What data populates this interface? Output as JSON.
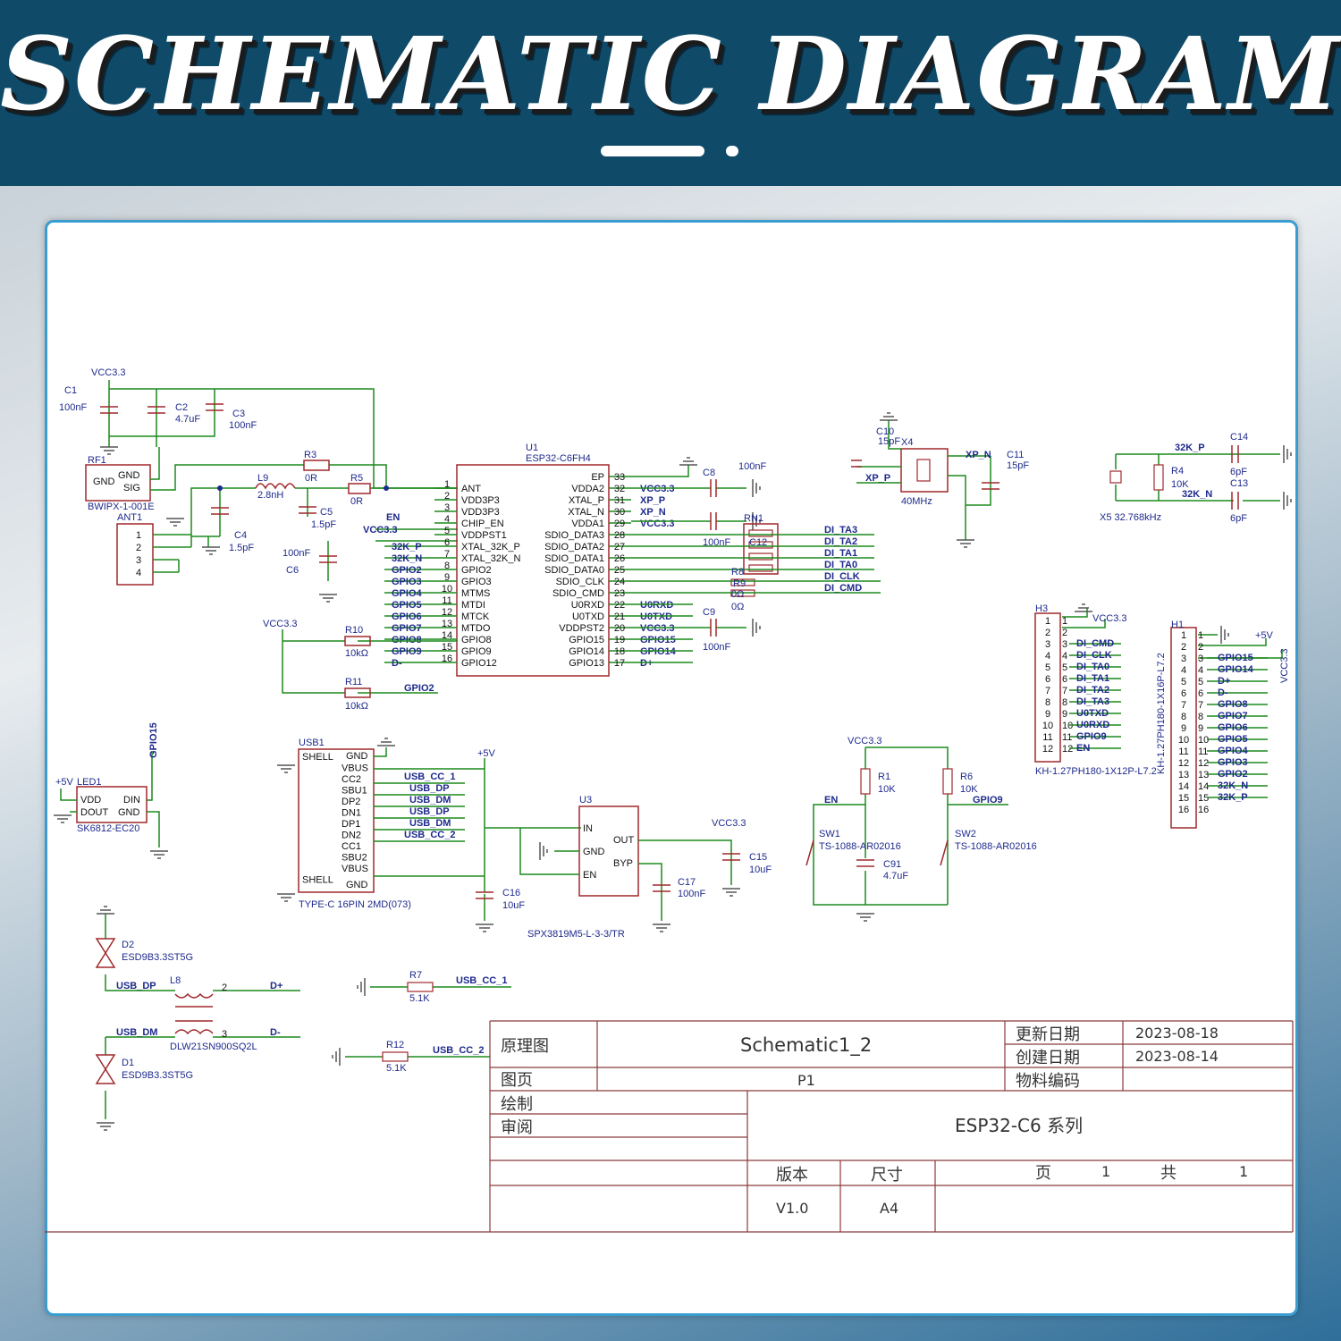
{
  "header": {
    "title": "SCHEMATIC DIAGRAM"
  },
  "colors": {
    "header_bg": "#0f4a68",
    "wire": "#1c8a1c",
    "component": "#a0282c",
    "label": "#1e2a8c",
    "frame": "#3a9ccf"
  },
  "title_block": {
    "yuanlitu": "原理图",
    "doc_title": "Schematic1_2",
    "updated_label": "更新日期",
    "updated": "2023-08-18",
    "created_label": "创建日期",
    "created": "2023-08-14",
    "page_label": "图页",
    "page": "P1",
    "material_label": "物料编码",
    "drawn_label": "绘制",
    "review_label": "审阅",
    "series": "ESP32-C6 系列",
    "version_label": "版本",
    "version": "V1.0",
    "size_label": "尺寸",
    "size": "A4",
    "sheet_label": "页",
    "sheet": "1",
    "total_label": "共",
    "total": "1"
  },
  "u1": {
    "ref": "U1",
    "part": "ESP32-C6FH4",
    "left_pins": [
      {
        "n": "1",
        "name": "ANT"
      },
      {
        "n": "2",
        "name": "VDD3P3"
      },
      {
        "n": "3",
        "name": "VDD3P3"
      },
      {
        "n": "4",
        "name": "CHIP_EN"
      },
      {
        "n": "5",
        "name": "VDDPST1"
      },
      {
        "n": "6",
        "name": "XTAL_32K_P"
      },
      {
        "n": "7",
        "name": "XTAL_32K_N"
      },
      {
        "n": "8",
        "name": "GPIO2"
      },
      {
        "n": "9",
        "name": "GPIO3"
      },
      {
        "n": "10",
        "name": "MTMS"
      },
      {
        "n": "11",
        "name": "MTDI"
      },
      {
        "n": "12",
        "name": "MTCK"
      },
      {
        "n": "13",
        "name": "MTDO"
      },
      {
        "n": "14",
        "name": "GPIO8"
      },
      {
        "n": "15",
        "name": "GPIO9"
      },
      {
        "n": "16",
        "name": "GPIO12"
      }
    ],
    "right_pins": [
      {
        "n": "33",
        "name": "EP"
      },
      {
        "n": "32",
        "name": "VDDA2"
      },
      {
        "n": "31",
        "name": "XTAL_P"
      },
      {
        "n": "30",
        "name": "XTAL_N"
      },
      {
        "n": "29",
        "name": "VDDA1"
      },
      {
        "n": "28",
        "name": "SDIO_DATA3"
      },
      {
        "n": "27",
        "name": "SDIO_DATA2"
      },
      {
        "n": "26",
        "name": "SDIO_DATA1"
      },
      {
        "n": "25",
        "name": "SDIO_DATA0"
      },
      {
        "n": "24",
        "name": "SDIO_CLK"
      },
      {
        "n": "23",
        "name": "SDIO_CMD"
      },
      {
        "n": "22",
        "name": "U0RXD"
      },
      {
        "n": "21",
        "name": "U0TXD"
      },
      {
        "n": "20",
        "name": "VDDPST2"
      },
      {
        "n": "19",
        "name": "GPIO15"
      },
      {
        "n": "18",
        "name": "GPIO14"
      },
      {
        "n": "17",
        "name": "GPIO13"
      }
    ],
    "left_nets": [
      "",
      "",
      "",
      "EN",
      "VCC3.3",
      "32K_P",
      "32K_N",
      "GPIO2",
      "GPIO3",
      "GPIO4",
      "GPIO5",
      "GPIO6",
      "GPIO7",
      "GPIO8",
      "GPIO9",
      "D-"
    ],
    "right_nets": [
      "",
      "VCC3.3",
      "XP_P",
      "XP_N",
      "VCC3.3",
      "",
      "",
      "",
      "",
      "",
      "",
      "U0RXD",
      "U0TXD",
      "VCC3.3",
      "GPIO15",
      "GPIO14",
      "D+"
    ]
  },
  "sdio_nets": [
    "DI_TA3",
    "DI_TA2",
    "DI_TA1",
    "DI_TA0",
    "DI_CLK",
    "DI_CMD"
  ],
  "rf": {
    "vcc": "VCC3.3",
    "c1": "C1",
    "c1v": "100nF",
    "c2": "C2",
    "c2v": "4.7uF",
    "c3": "C3",
    "c3v": "100nF",
    "rf1": "RF1",
    "rf1_part": "BWIPX-1-001E",
    "gnd": "GND",
    "gnd2": "GND",
    "sig": "SIG",
    "r3": "R3",
    "r3v": "0R",
    "r5": "R5",
    "r5v": "0R",
    "l9": "L9",
    "l9v": "2.8nH",
    "c5": "C5",
    "c5v": "1.5pF",
    "c4": "C4",
    "c4v": "1.5pF",
    "ant": "ANT1",
    "c6": "C6",
    "c6v": "100nF",
    "en": "EN",
    "vcc2": "VCC3.3"
  },
  "right_caps": {
    "c8": "C8",
    "c8v": "100nF",
    "c9": "C9",
    "c9v": "100nF",
    "c12": "C12",
    "c12v": "100nF",
    "rn1": "RN1",
    "r8": "R8",
    "r9": "R9",
    "r8v": "0Ω",
    "r9v": "0Ω"
  },
  "pullups": {
    "vcc": "VCC3.3",
    "r10": "R10",
    "r10v": "10kΩ",
    "r11": "R11",
    "r11v": "10kΩ",
    "gpio2": "GPIO2"
  },
  "xtal40": {
    "c10": "C10",
    "c10v": "15pF",
    "x4": "X4",
    "x4v": "40MHz",
    "xpp": "XP_P",
    "xpn": "XP_N",
    "c11": "C11",
    "c11v": "15pF"
  },
  "xtal32": {
    "p": "32K_P",
    "n": "32K_N",
    "c14": "C14",
    "c14v": "6pF",
    "c13": "C13",
    "c13v": "6pF",
    "r4": "R4",
    "r4v": "10K",
    "x5": "X5 32.768kHz"
  },
  "h3": {
    "ref": "H3",
    "vcc": "VCC3.3",
    "part": "KH-1.27PH180-1X12P-L7.2",
    "nets": [
      "",
      "",
      "DI_CMD",
      "DI_CLK",
      "DI_TA0",
      "DI_TA1",
      "DI_TA2",
      "DI_TA3",
      "U0TXD",
      "U0RXD",
      "GPIO9",
      "EN"
    ]
  },
  "h1": {
    "ref": "H1",
    "v5": "+5V",
    "vcc": "VCC3.3",
    "part": "KH-1.27PH180-1X16P-L7.2",
    "nets": [
      "",
      "",
      "GPIO15",
      "GPIO14",
      "D+",
      "D-",
      "GPIO8",
      "GPIO7",
      "GPIO6",
      "GPIO5",
      "GPIO4",
      "GPIO3",
      "GPIO2",
      "32K_N",
      "32K_P",
      ""
    ]
  },
  "led": {
    "gpio": "GPIO15",
    "v5": "+5V",
    "ref": "LED1",
    "vdd": "VDD",
    "din": "DIN",
    "dout": "DOUT",
    "gnd": "GND",
    "part": "SK6812-EC20"
  },
  "usb": {
    "ref": "USB1",
    "part": "TYPE-C 16PIN 2MD(073)",
    "v5": "+5V",
    "pins": [
      "SHELL",
      "VBUS",
      "CC2",
      "SBU1",
      "DP2",
      "DN1",
      "DP1",
      "DN2",
      "CC1",
      "SBU2",
      "VBUS",
      "SHELL"
    ],
    "gnd": "GND",
    "gnd2": "GND",
    "nets": [
      "USB_CC_1",
      "USB_DP",
      "USB_DM",
      "USB_DP",
      "USB_DM",
      "USB_CC_2"
    ]
  },
  "ldo": {
    "ref": "U3",
    "part": "SPX3819M5-L-3-3/TR",
    "in": "IN",
    "gnd": "GND",
    "en": "EN",
    "out": "OUT",
    "byp": "BYP",
    "vcc": "VCC3.3",
    "c15": "C15",
    "c15v": "10uF",
    "c16": "C16",
    "c16v": "10uF",
    "c17": "C17",
    "c17v": "100nF"
  },
  "buttons": {
    "vcc": "VCC3.3",
    "r1": "R1",
    "r1v": "10K",
    "r6": "R6",
    "r6v": "10K",
    "en": "EN",
    "gpio9": "GPIO9",
    "sw1": "SW1",
    "sw2": "SW2",
    "swpart": "TS-1088-AR02016",
    "c91": "C91",
    "c91v": "4.7uF"
  },
  "usbprot": {
    "d2": "D2",
    "d1": "D1",
    "dpart": "ESD9B3.3ST5G",
    "dp": "USB_DP",
    "dm": "USB_DM",
    "l8": "L8",
    "l8part": "DLW21SN900SQ2L",
    "dplus": "D+",
    "dminus": "D-",
    "r7": "R7",
    "r7v": "5.1K",
    "cc1": "USB_CC_1",
    "r12": "R12",
    "r12v": "5.1K",
    "cc2": "USB_CC_2"
  }
}
